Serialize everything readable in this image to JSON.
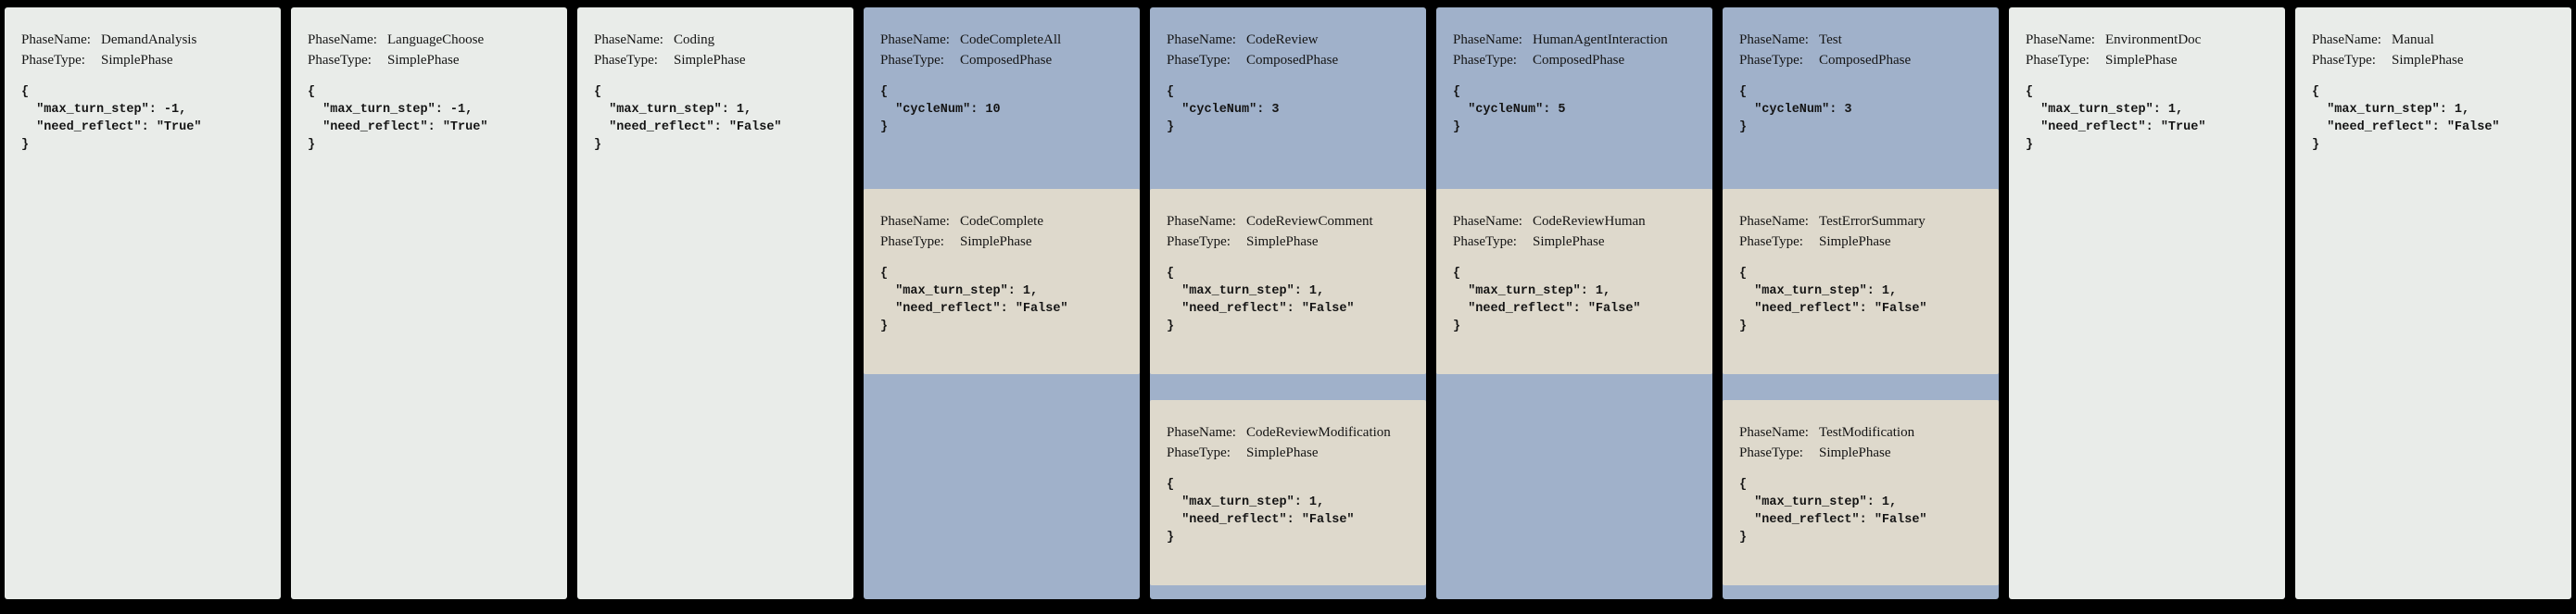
{
  "labels": {
    "phase_name": "PhaseName:",
    "phase_type": "PhaseType:"
  },
  "colors": {
    "background": "#000000",
    "simple_bg": "#e9ece9",
    "composed_bg": "#a0b1ca",
    "subphase_bg": "#ded9cc",
    "text": "#141414"
  },
  "phases": [
    {
      "name": "DemandAnalysis",
      "type": "SimplePhase",
      "config": "{\n  \"max_turn_step\": -1,\n  \"need_reflect\": \"True\"\n}",
      "subphases": []
    },
    {
      "name": "LanguageChoose",
      "type": "SimplePhase",
      "config": "{\n  \"max_turn_step\": -1,\n  \"need_reflect\": \"True\"\n}",
      "subphases": []
    },
    {
      "name": "Coding",
      "type": "SimplePhase",
      "config": "{\n  \"max_turn_step\": 1,\n  \"need_reflect\": \"False\"\n}",
      "subphases": []
    },
    {
      "name": "CodeCompleteAll",
      "type": "ComposedPhase",
      "config": "{\n  \"cycleNum\": 10\n}",
      "subphases": [
        {
          "name": "CodeComplete",
          "type": "SimplePhase",
          "config": "{\n  \"max_turn_step\": 1,\n  \"need_reflect\": \"False\"\n}"
        }
      ]
    },
    {
      "name": "CodeReview",
      "type": "ComposedPhase",
      "config": "{\n  \"cycleNum\": 3\n}",
      "subphases": [
        {
          "name": "CodeReviewComment",
          "type": "SimplePhase",
          "config": "{\n  \"max_turn_step\": 1,\n  \"need_reflect\": \"False\"\n}"
        },
        {
          "name": "CodeReviewModification",
          "type": "SimplePhase",
          "config": "{\n  \"max_turn_step\": 1,\n  \"need_reflect\": \"False\"\n}"
        }
      ]
    },
    {
      "name": "HumanAgentInteraction",
      "type": "ComposedPhase",
      "config": "{\n  \"cycleNum\": 5\n}",
      "subphases": [
        {
          "name": "CodeReviewHuman",
          "type": "SimplePhase",
          "config": "{\n  \"max_turn_step\": 1,\n  \"need_reflect\": \"False\"\n}"
        }
      ]
    },
    {
      "name": "Test",
      "type": "ComposedPhase",
      "config": "{\n  \"cycleNum\": 3\n}",
      "subphases": [
        {
          "name": "TestErrorSummary",
          "type": "SimplePhase",
          "config": "{\n  \"max_turn_step\": 1,\n  \"need_reflect\": \"False\"\n}"
        },
        {
          "name": "TestModification",
          "type": "SimplePhase",
          "config": "{\n  \"max_turn_step\": 1,\n  \"need_reflect\": \"False\"\n}"
        }
      ]
    },
    {
      "name": "EnvironmentDoc",
      "type": "SimplePhase",
      "config": "{\n  \"max_turn_step\": 1,\n  \"need_reflect\": \"True\"\n}",
      "subphases": []
    },
    {
      "name": "Manual",
      "type": "SimplePhase",
      "config": "{\n  \"max_turn_step\": 1,\n  \"need_reflect\": \"False\"\n}",
      "subphases": []
    }
  ]
}
